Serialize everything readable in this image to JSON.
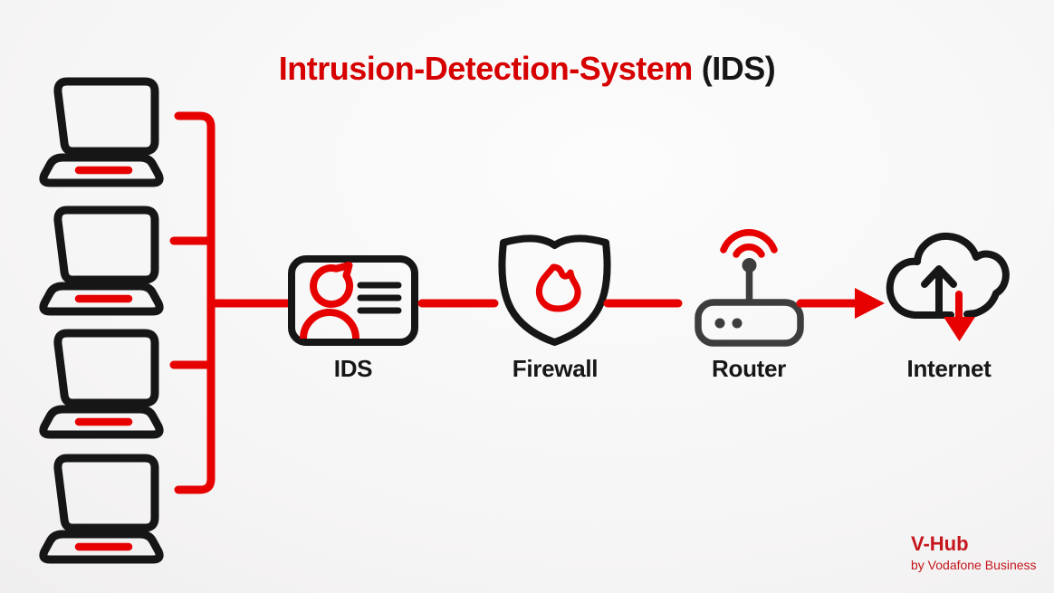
{
  "title": {
    "main": "Intrusion-Detection-System",
    "suffix": "(IDS)"
  },
  "diagram": {
    "nodes": [
      {
        "id": "workstations",
        "icon": "laptop-icon",
        "label": "",
        "count": 4
      },
      {
        "id": "ids",
        "icon": "id-card-icon",
        "label": "IDS"
      },
      {
        "id": "firewall",
        "icon": "shield-flame-icon",
        "label": "Firewall"
      },
      {
        "id": "router",
        "icon": "router-wifi-icon",
        "label": "Router"
      },
      {
        "id": "internet",
        "icon": "cloud-arrows-icon",
        "label": "Internet"
      }
    ],
    "connections": [
      {
        "from": "workstations",
        "to": "ids",
        "style": "red-bus",
        "arrow": false
      },
      {
        "from": "ids",
        "to": "firewall",
        "style": "red-line",
        "arrow": false
      },
      {
        "from": "firewall",
        "to": "router",
        "style": "red-line",
        "arrow": false
      },
      {
        "from": "router",
        "to": "internet",
        "style": "red-line",
        "arrow": true
      }
    ]
  },
  "brand": {
    "name": "V-Hub",
    "tagline": "by Vodafone Business"
  },
  "colors": {
    "accent_red": "#e60000",
    "title_red": "#d60000",
    "icon_black": "#161616",
    "router_gray": "#3d3d3d",
    "brand_red": "#c4161c",
    "bg_center": "#fcfcfc",
    "bg_edge": "#dedddd"
  }
}
